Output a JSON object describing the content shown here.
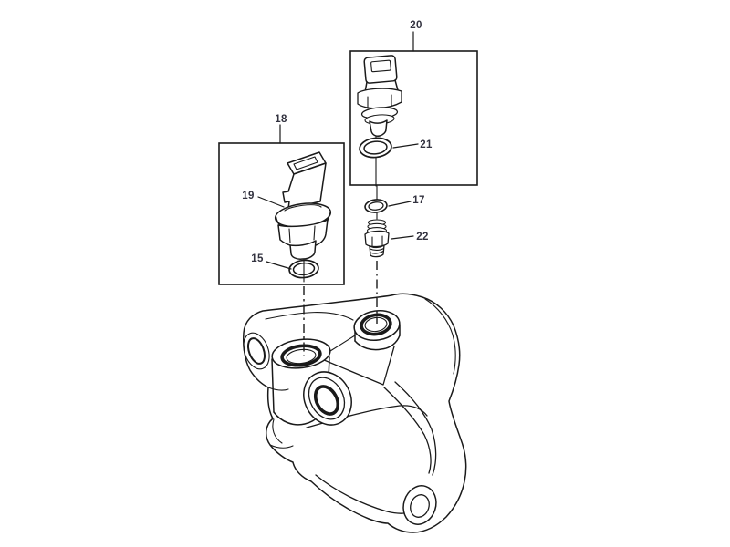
{
  "illustration": {
    "kind": "exploded-parts-diagram",
    "background": "#ffffff",
    "line_color": "#1a1a1a",
    "callout_color": "#32323f",
    "callouts": [
      {
        "number": "15",
        "part": "o-ring"
      },
      {
        "number": "17",
        "part": "o-ring"
      },
      {
        "number": "18",
        "part": "group-box"
      },
      {
        "number": "19",
        "part": "sensor"
      },
      {
        "number": "20",
        "part": "group-box"
      },
      {
        "number": "21",
        "part": "o-ring"
      },
      {
        "number": "22",
        "part": "fitting"
      }
    ],
    "unlabeled_elements": [
      "sensor-in-box-20",
      "housing"
    ]
  }
}
